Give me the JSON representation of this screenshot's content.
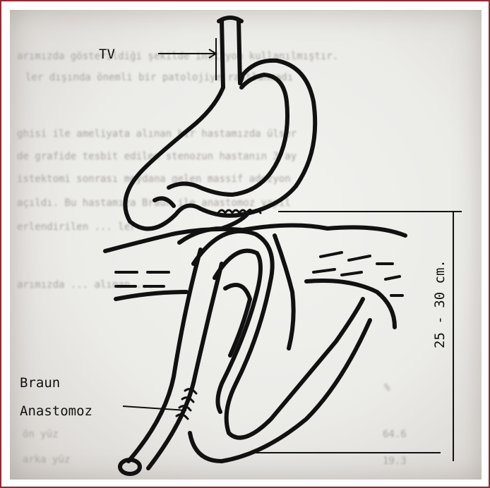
{
  "labels": {
    "tv": "TV",
    "braun": "Braun",
    "anastomoz": "Anastomoz",
    "length": "25 - 30 cm."
  },
  "background_text": {
    "line1": "arımızda gösterildiği şekilde insizyon kullanılmıştır.",
    "line2": "ler dışında önemli bir patolojiye rastlanmadı",
    "line3": "ghisi ile ameliyata alınan bir hastamızda ülser",
    "line4": "de grafide tesbit edilen stenozun hastanın 3 ay",
    "line5": "istektomi sonrası meydana gelen massif adezyon",
    "line6": "açıldı. Bu hastamıza Braun ile anastomoz yapıl",
    "line7": "erlendirilen ... ler",
    "line8": "arımızda ... alınan ...",
    "table_header": "%",
    "row1_label": "ön yüz",
    "row1_value": "64.6",
    "row2_label": "arka yüz",
    "row2_value": "19.3"
  },
  "colors": {
    "frame": "#8b2e35",
    "ink": "#111111"
  }
}
